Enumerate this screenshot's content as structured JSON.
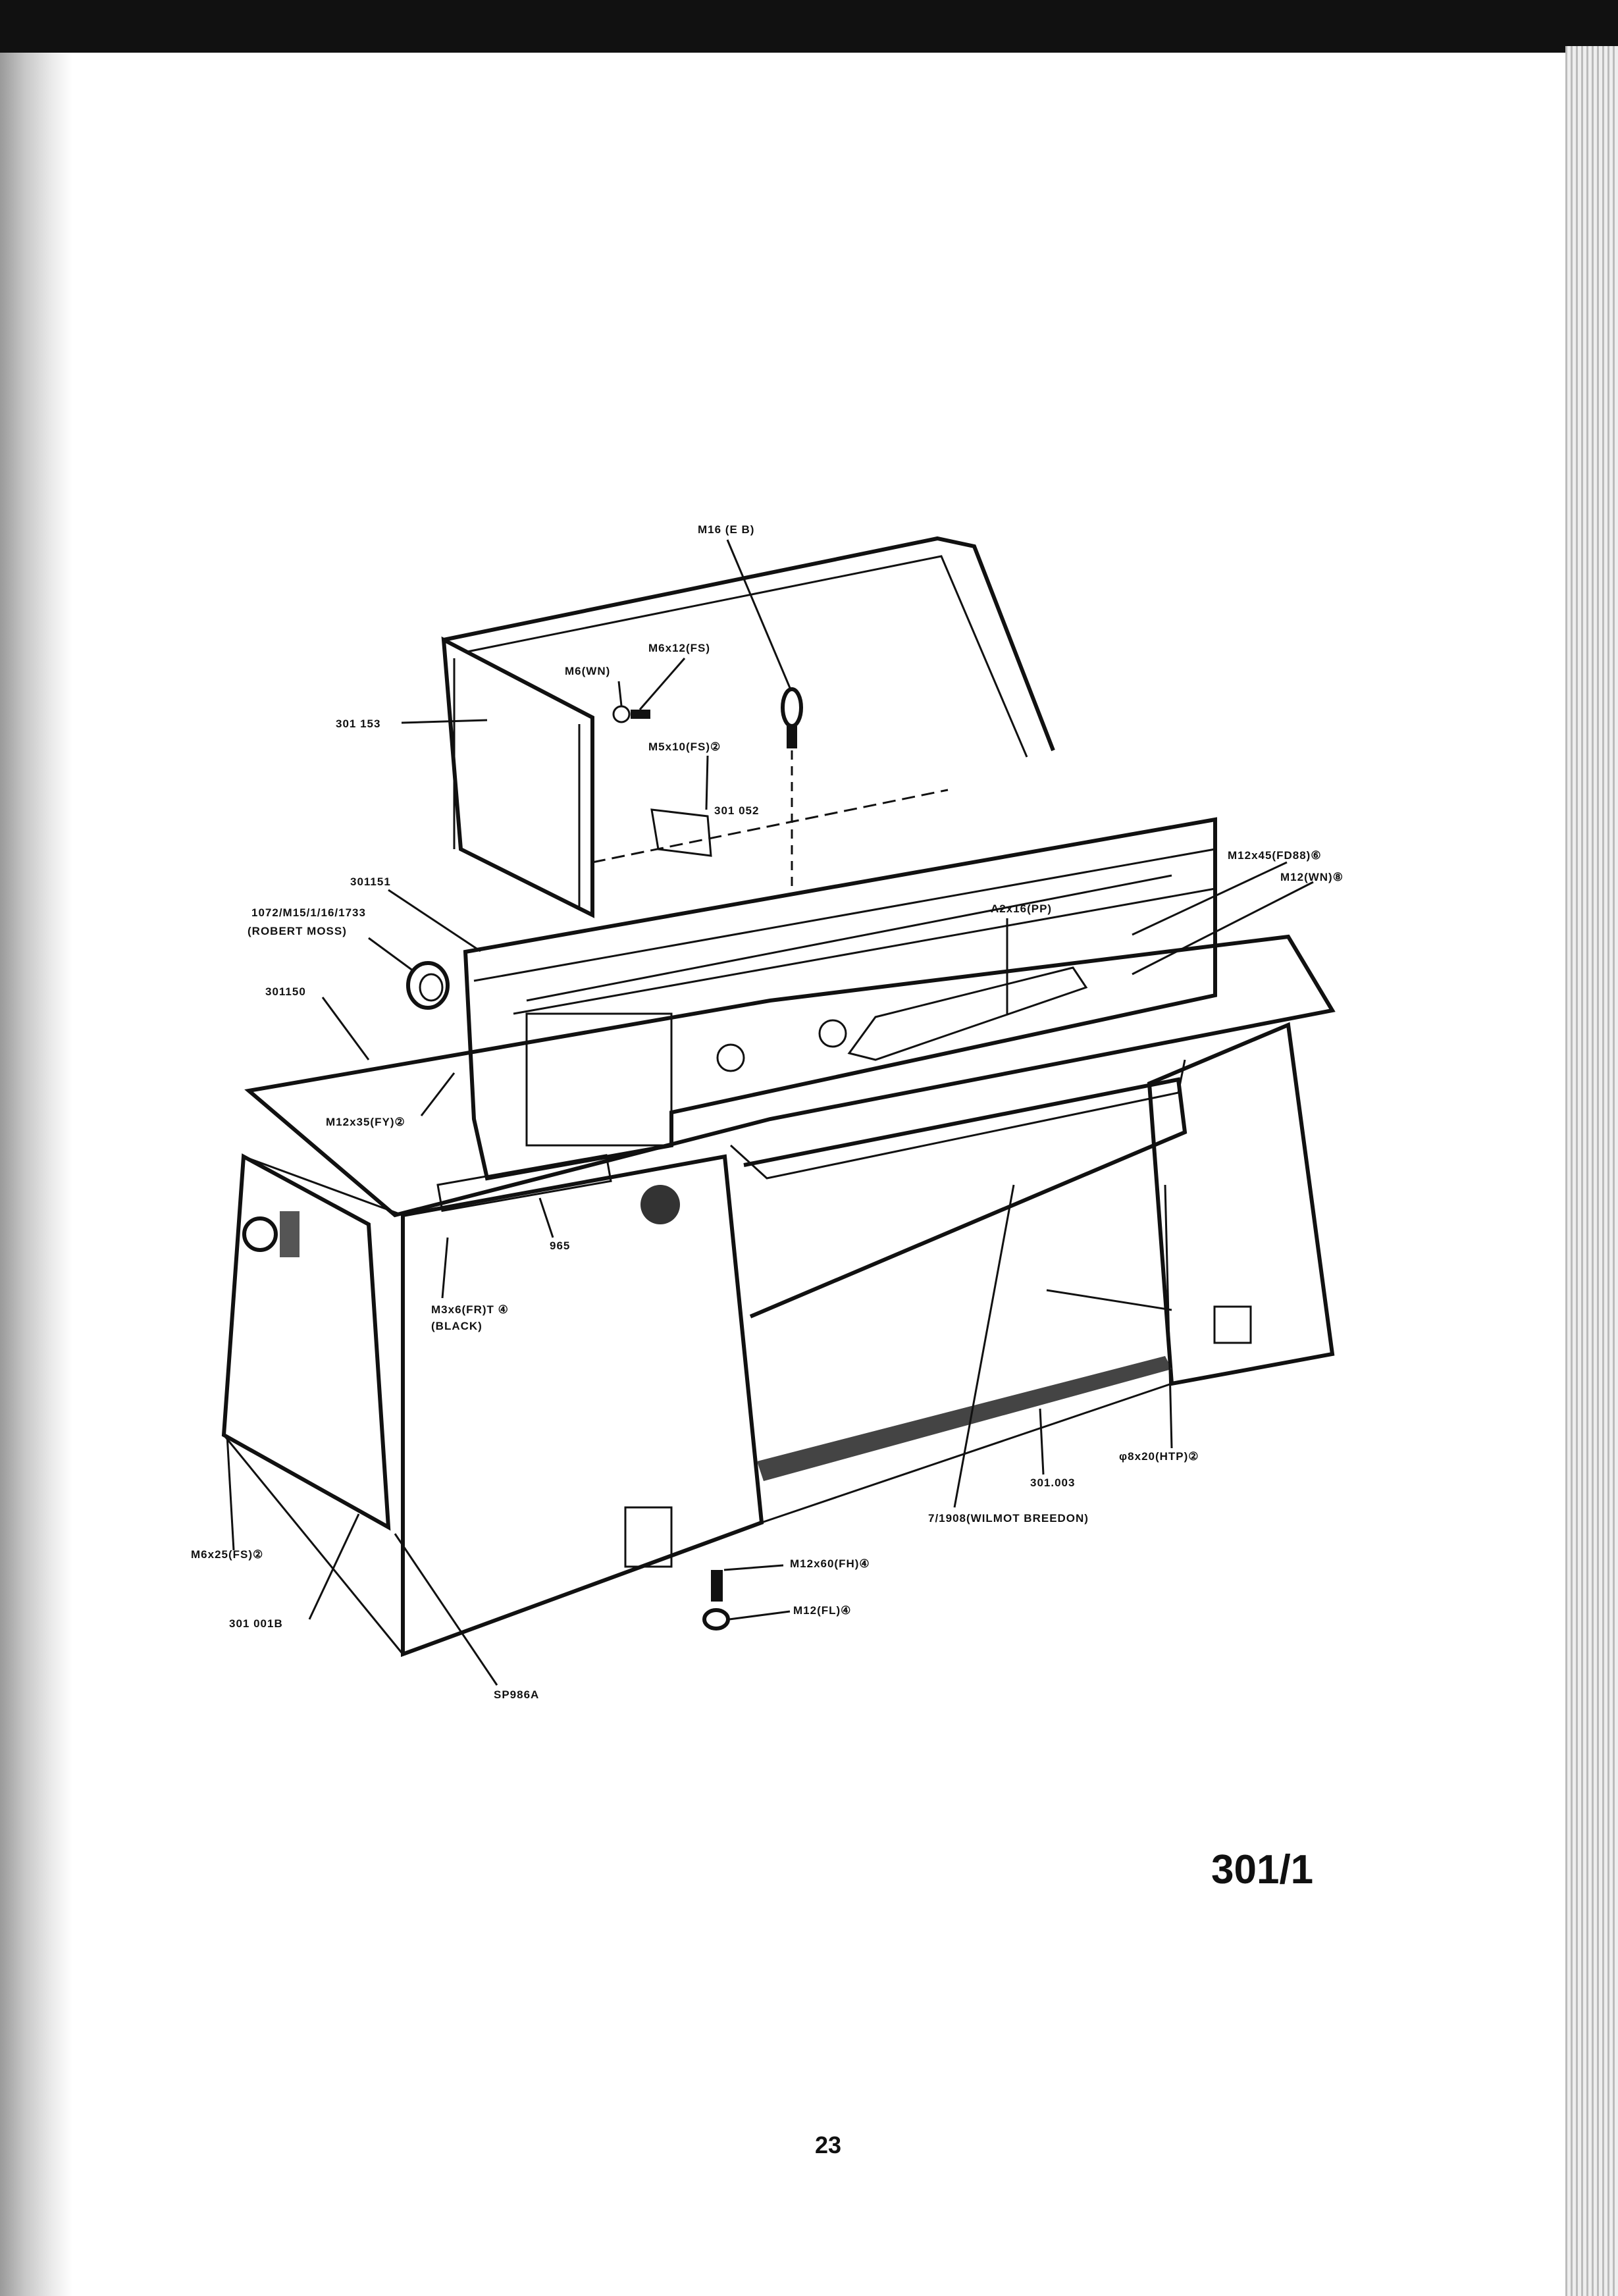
{
  "labels": {
    "m16_eb": "M16 (E B)",
    "m6x12_fs": "M6x12(FS)",
    "m6_wn": "M6(WN)",
    "p301153": "301 153",
    "m5x10_fs": "M5x10(FS)②",
    "p301052": "301 052",
    "p301151": "301151",
    "robert_moss_code": "1072/M15/1/16/1733",
    "robert_moss": "(ROBERT MOSS)",
    "p301150": "301150",
    "m12x35_fy": "M12x35(FY)②",
    "m12x45_fd88": "M12x45(FD88)⑥",
    "m12_wn": "M12(WN)⑧",
    "a2x16_pp": "A2x16(PP)",
    "p965": "965",
    "m3x6_frt": "M3x6(FR)T ④",
    "black": "(BLACK)",
    "phi8x20_htp": "φ8x20(HTP)②",
    "p301003": "301.003",
    "wilmot": "7/1908(WILMOT BREEDON)",
    "m6x25_fs": "M6x25(FS)②",
    "m12x60_fh": "M12x60(FH)④",
    "m12_fl": "M12(FL)④",
    "p301001b": "301 001B",
    "sp986a": "SP986A"
  },
  "figure_number": "301/1",
  "page_number": "23"
}
